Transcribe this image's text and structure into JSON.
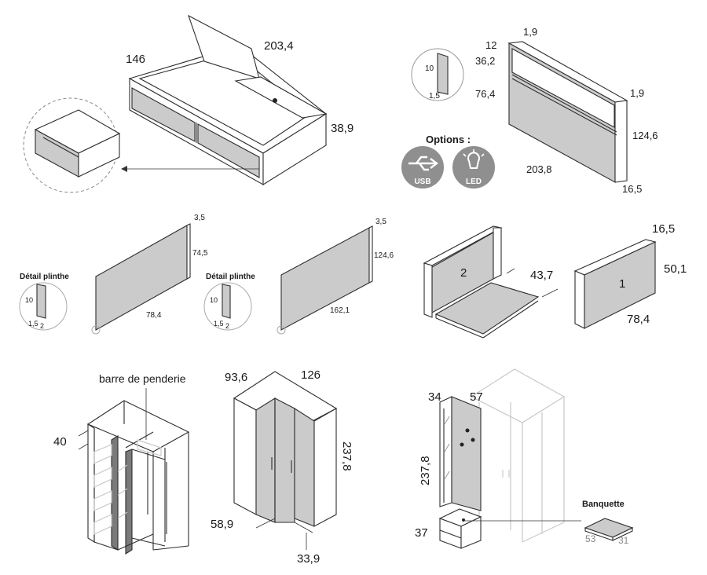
{
  "bed": {
    "width": "203,4",
    "depth": "146",
    "height": "38,9"
  },
  "headboard": {
    "d_top1": "1,9",
    "d_12": "12",
    "d_36": "36,2",
    "d_76": "76,4",
    "d_top2": "1,9",
    "d_124": "124,6",
    "d_203": "203,8",
    "d_16": "16,5",
    "detail_10": "10",
    "detail_15": "1,5",
    "options_label": "Options :",
    "usb_label": "USB",
    "led_label": "LED"
  },
  "panel_small": {
    "thickness": "3,5",
    "height": "74,5",
    "width": "78,4",
    "detail_title": "Détail plinthe",
    "detail_10": "10",
    "detail_15": "1,5",
    "detail_2": "2"
  },
  "panel_large": {
    "thickness": "3,5",
    "height": "124,6",
    "width": "162,1",
    "detail_title": "Détail plinthe",
    "detail_10": "10",
    "detail_15": "1,5",
    "detail_2": "2"
  },
  "desk": {
    "label_2": "2",
    "d_437": "43,7",
    "label_1": "1",
    "d_165": "16,5",
    "d_501": "50,1",
    "d_784": "78,4"
  },
  "wardrobe_open": {
    "rail_label": "barre de penderie",
    "d_40": "40"
  },
  "wardrobe_closed": {
    "d_936": "93,6",
    "d_126": "126",
    "d_2378": "237,8",
    "d_589": "58,9",
    "d_339": "33,9"
  },
  "hall": {
    "d_34": "34",
    "d_57": "57",
    "d_2378": "237,8",
    "d_37": "37",
    "bench_label": "Banquette",
    "bench_53": "53",
    "bench_31": "31"
  }
}
